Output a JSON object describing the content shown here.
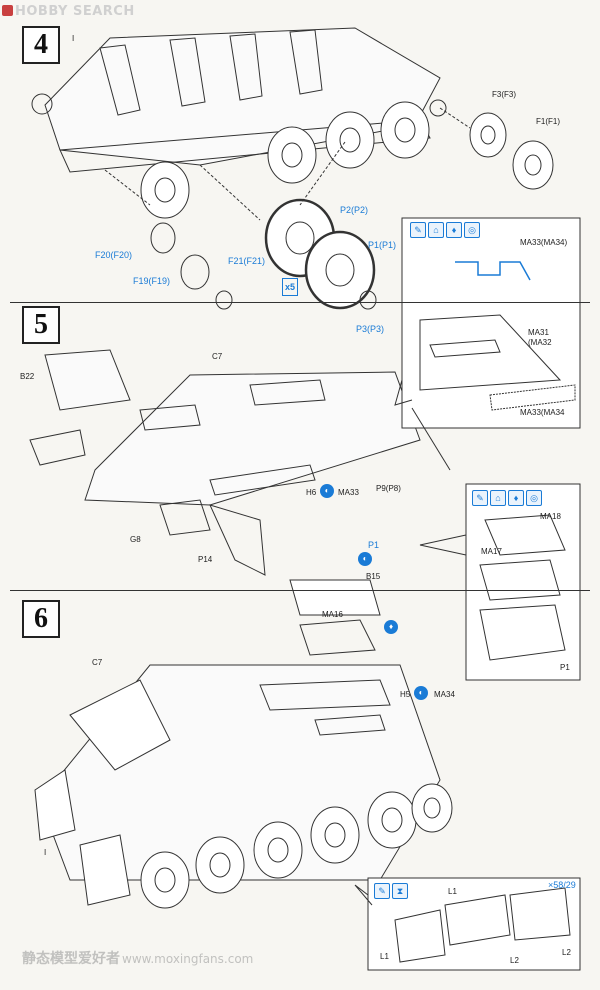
{
  "watermark_top": "HOBBY SEARCH",
  "watermark_bottom": {
    "cn": "静态模型爱好者",
    "url": "www.moxingfans.com"
  },
  "steps": {
    "s4": "4",
    "s5": "5",
    "s6": "6"
  },
  "step4": {
    "hull_label": "I",
    "f3": "F3(F3)",
    "f1": "F1(F1)",
    "p2": "P2(P2)",
    "p1": "P1(P1)",
    "f20": "F20(F20)",
    "f21": "F21(F21)",
    "f19": "F19(F19)",
    "p3": "P3(P3)",
    "multiplier": "x5"
  },
  "callout5": {
    "ma33_ma34_top": "MA33(MA34)",
    "ma31": "MA31",
    "ma32": "(MA32",
    "ma33_ma34_bottom": "MA33(MA34"
  },
  "step5": {
    "b22": "B22",
    "c7": "C7",
    "h6": "H6",
    "ma33": "MA33",
    "p9": "P9(P8)",
    "g8": "G8",
    "p14": "P14"
  },
  "callout6": {
    "ma18": "MA18",
    "ma17": "MA17",
    "p1": "P1"
  },
  "step6": {
    "p1": "P1",
    "b15": "B15",
    "ma16": "MA16",
    "c7": "C7",
    "h5": "H5",
    "ma34": "MA34",
    "hull_label": "I"
  },
  "tracks": {
    "l1": "L1",
    "l2_right": "L2",
    "l1_left": "L1",
    "l2_bottom": "L2",
    "count": "×58/29"
  }
}
